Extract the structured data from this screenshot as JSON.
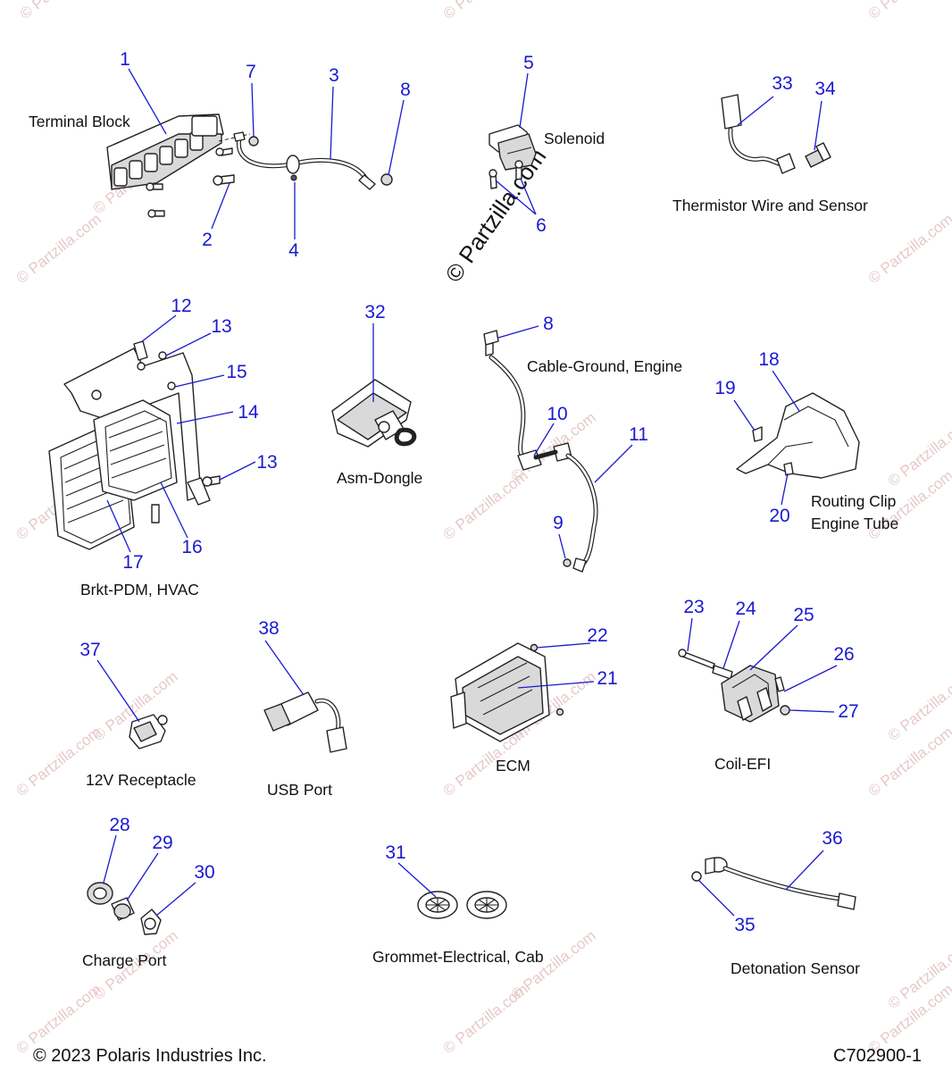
{
  "labels": {
    "terminal_block": "Terminal Block",
    "solenoid": "Solenoid",
    "thermistor": "Thermistor Wire and Sensor",
    "cable_ground": "Cable-Ground, Engine",
    "asm_dongle": "Asm-Dongle",
    "routing_clip_1": "Routing Clip",
    "routing_clip_2": "Engine Tube",
    "brkt_pdm": "Brkt-PDM, HVAC",
    "receptacle": "12V Receptacle",
    "usb_port": "USB Port",
    "ecm": "ECM",
    "coil_efi": "Coil-EFI",
    "charge_port": "Charge Port",
    "grommet": "Grommet-Electrical, Cab",
    "detonation": "Detonation Sensor"
  },
  "callouts": {
    "n1": "1",
    "n2": "2",
    "n3": "3",
    "n4": "4",
    "n5": "5",
    "n6": "6",
    "n7": "7",
    "n8a": "8",
    "n8b": "8",
    "n9": "9",
    "n10": "10",
    "n11": "11",
    "n12": "12",
    "n13a": "13",
    "n13b": "13",
    "n14": "14",
    "n15": "15",
    "n16": "16",
    "n17": "17",
    "n18": "18",
    "n19": "19",
    "n20": "20",
    "n21": "21",
    "n22": "22",
    "n23": "23",
    "n24": "24",
    "n25": "25",
    "n26": "26",
    "n27": "27",
    "n28": "28",
    "n29": "29",
    "n30": "30",
    "n31": "31",
    "n32": "32",
    "n33": "33",
    "n34": "34",
    "n35": "35",
    "n36": "36",
    "n37": "37",
    "n38": "38"
  },
  "footer": {
    "copyright": "© 2023 Polaris Industries Inc.",
    "code": "C702900-1"
  },
  "watermark": {
    "center": "© Partzilla.com",
    "small": "© Partzilla.com"
  },
  "colors": {
    "callout": "#1a1ad0",
    "text": "#111111",
    "watermark": "#e6c9c9"
  }
}
